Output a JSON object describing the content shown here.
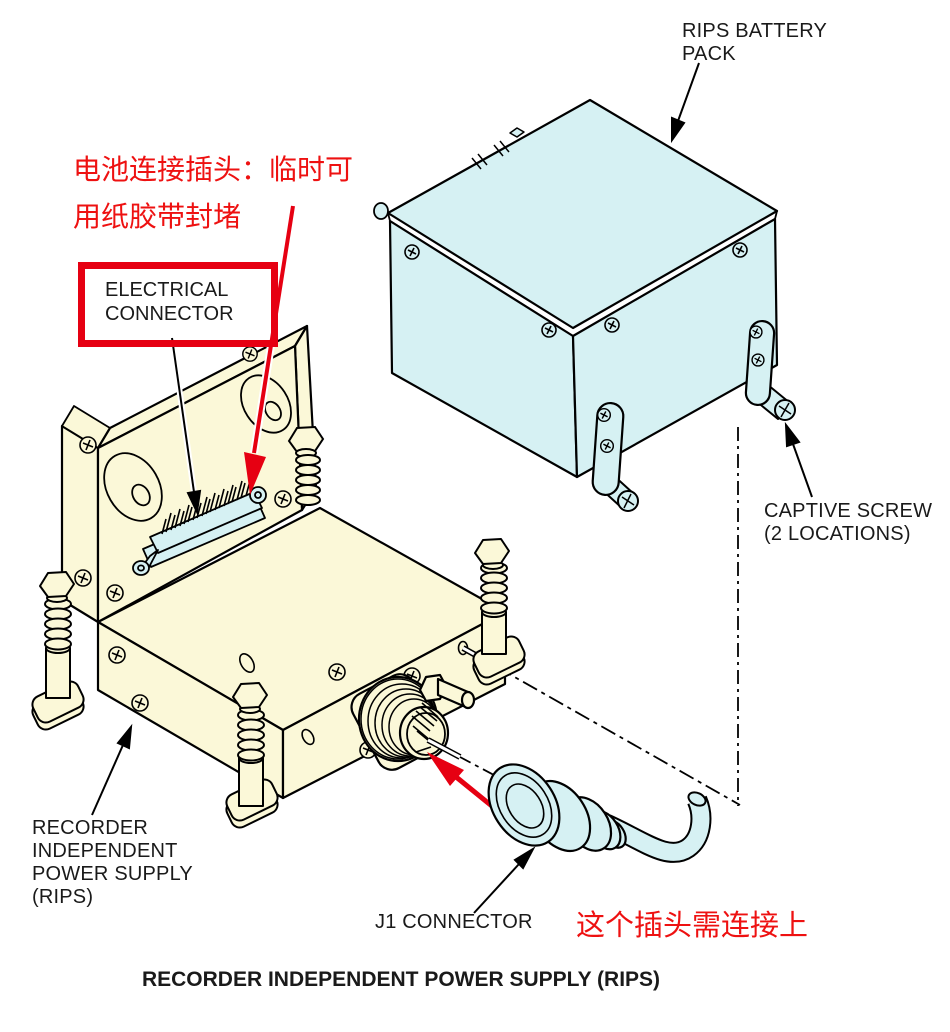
{
  "figure": {
    "caption_line1": "RECORDER INDEPENDENT POWER SUPPLY",
    "caption_line2": "(RIPS)"
  },
  "labels": {
    "battery_pack": {
      "line1": "RIPS BATTERY",
      "line2": "PACK"
    },
    "electrical_connector": {
      "line1": "ELECTRICAL",
      "line2": "CONNECTOR"
    },
    "captive_screw": {
      "line1": "CAPTIVE SCREW",
      "line2": "(2 LOCATIONS)"
    },
    "rips_unit": {
      "line1": "RECORDER",
      "line2": "INDEPENDENT",
      "line3": "POWER SUPPLY",
      "line4": "(RIPS)"
    },
    "j1_connector": "J1 CONNECTOR"
  },
  "annotations": {
    "battery_plug_note_line1": "电池连接插头：临时可",
    "battery_plug_note_line2": "用纸胶带封堵",
    "j1_plug_note": "这个插头需连接上"
  },
  "icons": {
    "leader_arrows": [
      "battery-leader-arrow",
      "electrical-connector-leader-arrow",
      "captive-screw-leader-arrow",
      "rips-leader-arrow",
      "j1-leader-arrow"
    ],
    "red_arrows": [
      "tape-seal-red-arrow",
      "plug-mate-red-arrow"
    ]
  },
  "colors": {
    "part_blue": "#d6f1f3",
    "part_yellow": "#fbf8d8",
    "outline": "#000000",
    "annotation_red": "#e60012",
    "text_red": "#ee1111",
    "label_black": "#1a1a1a"
  }
}
